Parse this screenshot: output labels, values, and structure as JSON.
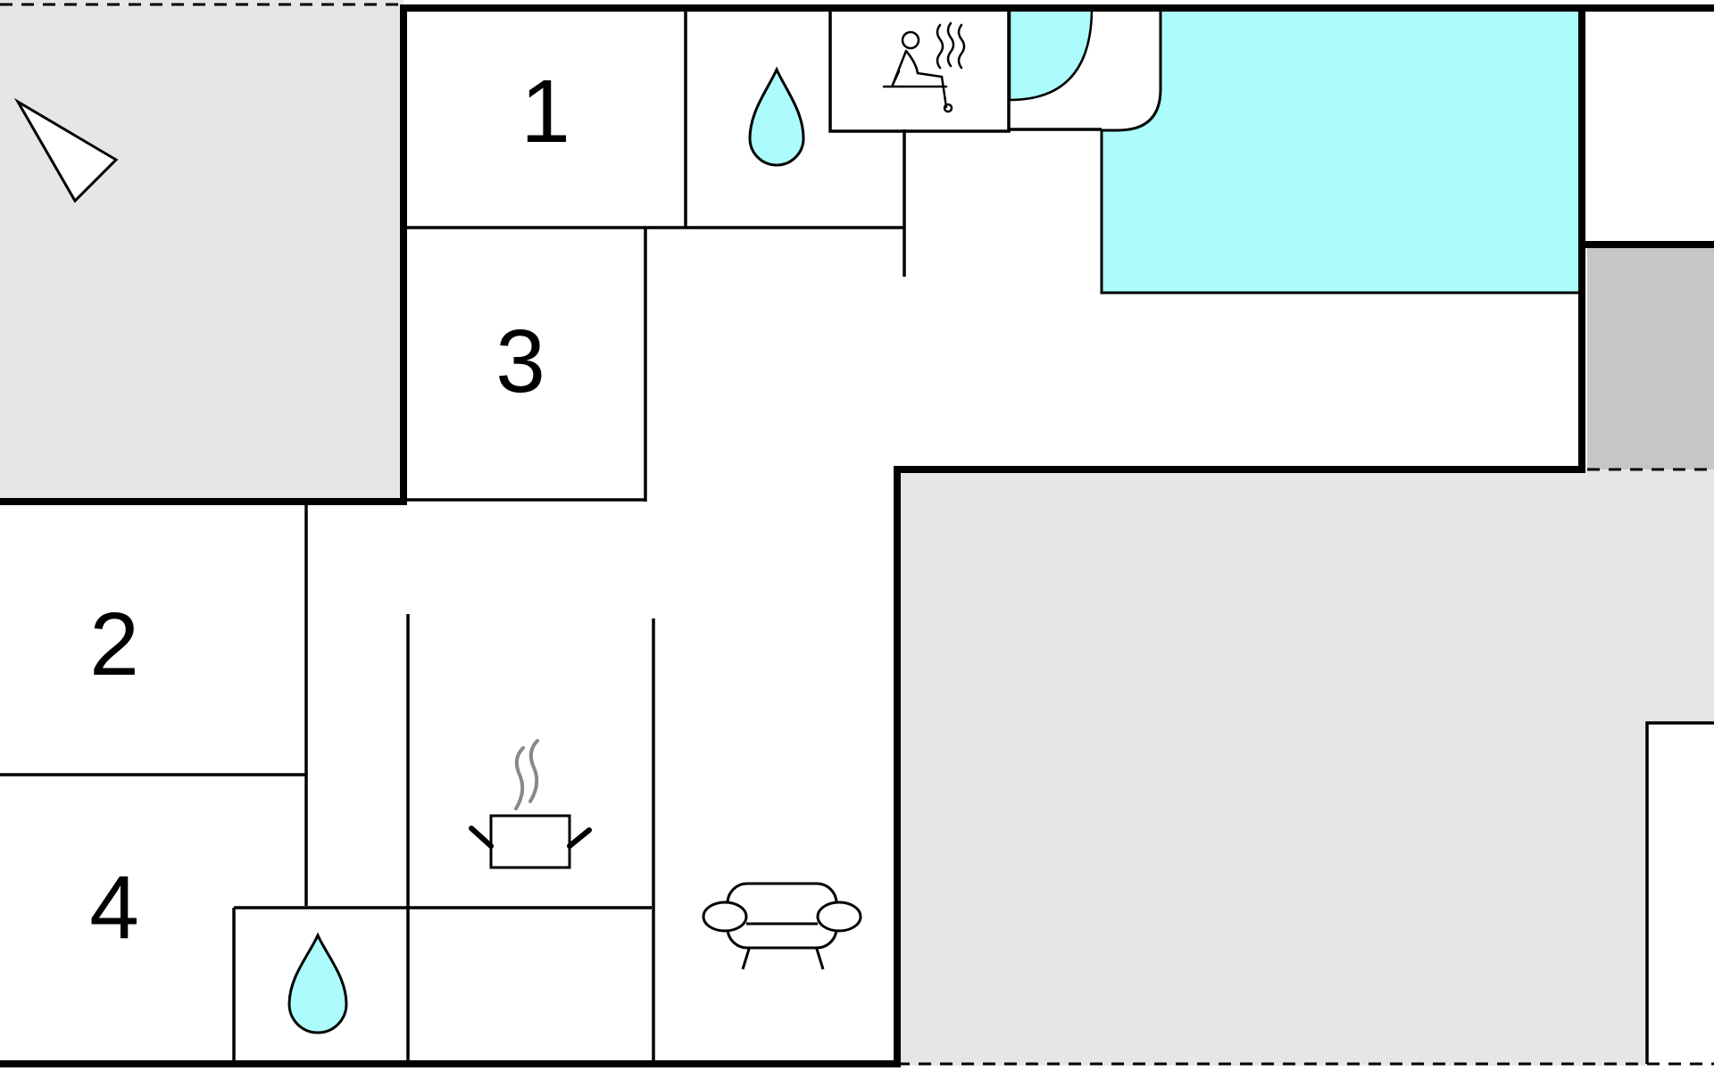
{
  "plan": {
    "colors": {
      "terrace": "#e6e6e6",
      "carport": "#c6c6c6",
      "pool": "#adfcfd",
      "water": "#adfcfd",
      "wall": "#000000",
      "steam": "#888888"
    },
    "rooms": [
      {
        "label": "1"
      },
      {
        "label": "2"
      },
      {
        "label": "3"
      },
      {
        "label": "4"
      }
    ],
    "icons": [
      {
        "name": "compass-north-icon"
      },
      {
        "name": "water-drop-icon"
      },
      {
        "name": "sauna-icon"
      },
      {
        "name": "kitchen-pot-icon"
      },
      {
        "name": "sofa-icon"
      },
      {
        "name": "water-drop-icon"
      }
    ]
  }
}
